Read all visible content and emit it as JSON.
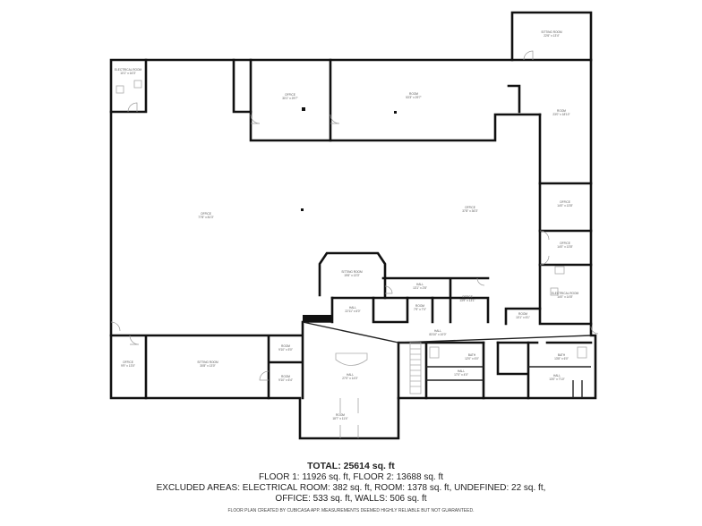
{
  "rooms": [
    {
      "name": "ELECTRICAL ROOM",
      "dims": "10'1\" x 16'3\""
    },
    {
      "name": "OFFICE",
      "dims": "30'1\" x 29'7\""
    },
    {
      "name": "ROOM",
      "dims": "53'3\" x 29'7\""
    },
    {
      "name": "SITTING ROOM",
      "dims": "22'6\" x 13'4\""
    },
    {
      "name": "ROOM",
      "dims": "23'0\" x 18'10\""
    },
    {
      "name": "OFFICE",
      "dims": "77'8\" x 81'3\""
    },
    {
      "name": "OFFICE",
      "dims": "37'8\" x 36'3\""
    },
    {
      "name": "OFFICE",
      "dims": "14'0\" x 13'8\""
    },
    {
      "name": "OFFICE",
      "dims": "14'0\" x 13'8\""
    },
    {
      "name": "ELECTRICAL ROOM",
      "dims": "14'0\" x 14'8\""
    },
    {
      "name": "SITTING ROOM",
      "dims": "19'6\" x 13'3\""
    },
    {
      "name": "HALL",
      "dims": "13'1\" x 2'8\""
    },
    {
      "name": "HALL",
      "dims": "22'11\" x 6'0\""
    },
    {
      "name": "ROOM",
      "dims": "7'9\" x 7'0\""
    },
    {
      "name": "OFFICE",
      "dims": "13'9\" x 13'1\""
    },
    {
      "name": "ROOM",
      "dims": "10'1\" x 6'1\""
    },
    {
      "name": "HALL",
      "dims": "83'10\" x 10'0\""
    },
    {
      "name": "OFFICE",
      "dims": "9'9\" x 13'0\""
    },
    {
      "name": "SITTING ROOM",
      "dims": "30'8\" x 13'0\""
    },
    {
      "name": "ROOM",
      "dims": "9'10\" x 5'0\""
    },
    {
      "name": "ROOM",
      "dims": "9'10\" x 6'4\""
    },
    {
      "name": "HALL",
      "dims": "27'0\" x 14'0\""
    },
    {
      "name": "ROOM",
      "dims": "18'7\" x 11'4\""
    },
    {
      "name": "BATH",
      "dims": "12'0\" x 6'0\""
    },
    {
      "name": "HALL",
      "dims": "17'0\" x 4'0\""
    },
    {
      "name": "BATH",
      "dims": "13'8\" x 6'0\""
    },
    {
      "name": "HALL",
      "dims": "13'0\" x 7'10\""
    }
  ],
  "summary": {
    "total": "TOTAL: 25614 sq. ft",
    "floors": "FLOOR 1: 11926 sq. ft, FLOOR 2: 13688 sq. ft",
    "excluded_line1": "EXCLUDED AREAS: ELECTRICAL ROOM: 382 sq. ft, ROOM: 1378 sq. ft, UNDEFINED: 22 sq. ft,",
    "excluded_line2": "OFFICE: 533 sq. ft, WALLS: 506 sq. ft",
    "credit": "FLOOR PLAN CREATED BY CUBICASA APP. MEASUREMENTS DEEMED HIGHLY RELIABLE BUT NOT GUARANTEED."
  }
}
